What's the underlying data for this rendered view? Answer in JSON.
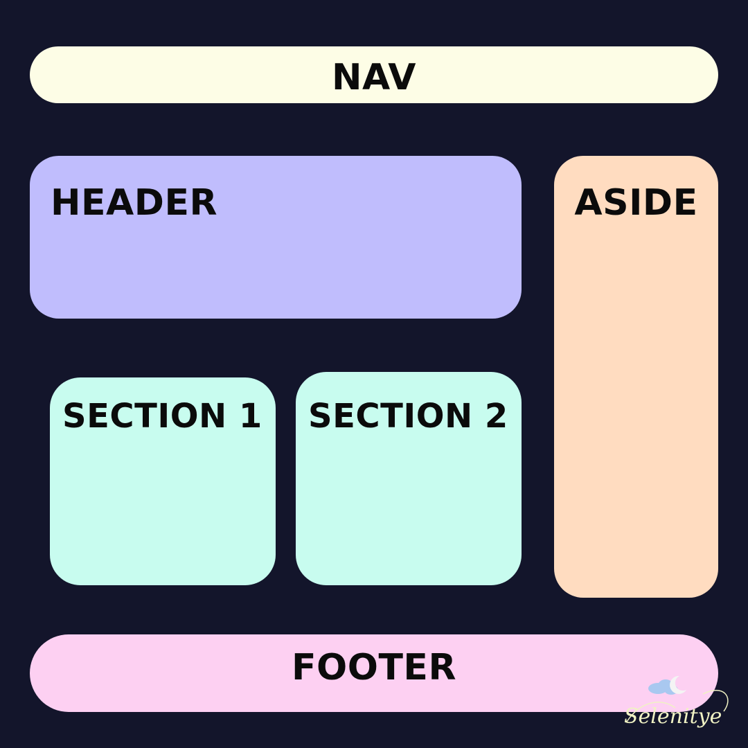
{
  "colors": {
    "background": "#13152b",
    "nav": "#fdfde6",
    "header": "#c0bdfd",
    "aside": "#ffdcc0",
    "section": "#c8fcef",
    "footer": "#fdd0f2",
    "watermark_text": "#f0f2c4",
    "watermark_cloud": "#a9c8f0"
  },
  "blocks": {
    "nav": "NAV",
    "header": "HEADER",
    "aside": "ASIDE",
    "section1": "SECTION 1",
    "section2": "SECTION 2",
    "footer": "FOOTER"
  },
  "watermark": {
    "text": "Selenitye"
  }
}
